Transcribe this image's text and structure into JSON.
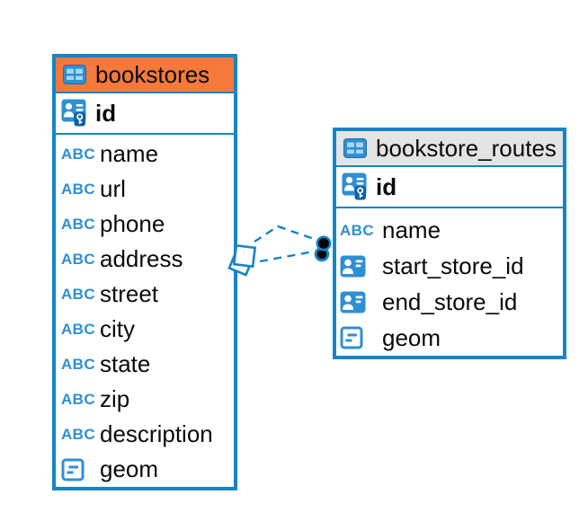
{
  "canvas": {
    "background": "#ffffff"
  },
  "colors": {
    "accent_blue": "#1585c5",
    "icon_blue": "#2f8fd3",
    "icon_key_dark": "#0e62a6",
    "orange_header": "#f5793b",
    "gray_header": "#e4e4e4",
    "marker_black": "#000000"
  },
  "icons": {
    "abc_label": "ABC",
    "table_icon": "table-grid-icon",
    "primary_key_icon": "person-key-icon",
    "foreign_ref_icon": "person-card-icon",
    "geometry_icon": "geometry-box-icon"
  },
  "tables": [
    {
      "name": "bookstores",
      "header_style": "orange",
      "primary_key": {
        "name": "id",
        "icon": "person-key-icon"
      },
      "columns": [
        {
          "name": "name",
          "icon": "text-abc-icon"
        },
        {
          "name": "url",
          "icon": "text-abc-icon"
        },
        {
          "name": "phone",
          "icon": "text-abc-icon"
        },
        {
          "name": "address",
          "icon": "text-abc-icon"
        },
        {
          "name": "street",
          "icon": "text-abc-icon"
        },
        {
          "name": "city",
          "icon": "text-abc-icon"
        },
        {
          "name": "state",
          "icon": "text-abc-icon"
        },
        {
          "name": "zip",
          "icon": "text-abc-icon"
        },
        {
          "name": "description",
          "icon": "text-abc-icon"
        },
        {
          "name": "geom",
          "icon": "geometry-box-icon"
        }
      ]
    },
    {
      "name": "bookstore_routes",
      "header_style": "gray",
      "primary_key": {
        "name": "id",
        "icon": "person-key-icon"
      },
      "columns": [
        {
          "name": "name",
          "icon": "text-abc-icon"
        },
        {
          "name": "start_store_id",
          "icon": "person-card-icon"
        },
        {
          "name": "end_store_id",
          "icon": "person-card-icon"
        },
        {
          "name": "geom",
          "icon": "geometry-box-icon"
        }
      ]
    }
  ],
  "connector": {
    "style": "dashed",
    "color": "#1585c5",
    "line_count": 2,
    "source_table": "bookstores",
    "target_table": "bookstore_routes",
    "source_marker": "overlapping-squares",
    "target_marker": "stacked-black-dots"
  }
}
